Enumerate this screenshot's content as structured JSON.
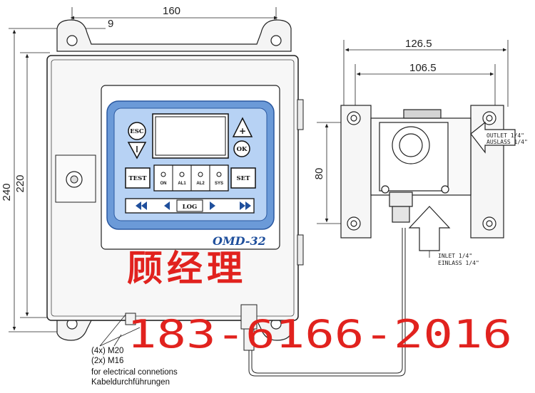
{
  "dimensions": {
    "width_top": "160",
    "hole_offset": "9",
    "height_outer": "240",
    "height_inner": "220",
    "side_outer": "126.5",
    "side_inner": "106.5",
    "side_height": "80"
  },
  "panel": {
    "buttons": {
      "esc": "ESC",
      "ok": "OK",
      "test": "TEST",
      "set": "SET",
      "log": "LOG"
    },
    "leds": {
      "on": "ON",
      "al1": "AL1",
      "al2": "AL2",
      "sys": "SYS"
    },
    "model": "OMD-32"
  },
  "ports": {
    "outlet_line1": "OUTLET 1/4\"",
    "outlet_line2": "AUSLASS 1/4\"",
    "inlet_line1": "INLET 1/4\"",
    "inlet_line2": "EINLASS 1/4\""
  },
  "notes": {
    "line1": "(4x) M20",
    "line2": "(2x) M16",
    "line3": "for electrical connetions",
    "line4": "Kabeldurchführungen"
  },
  "watermark": {
    "name": "顾经理",
    "phone": "183-6166-2016"
  }
}
